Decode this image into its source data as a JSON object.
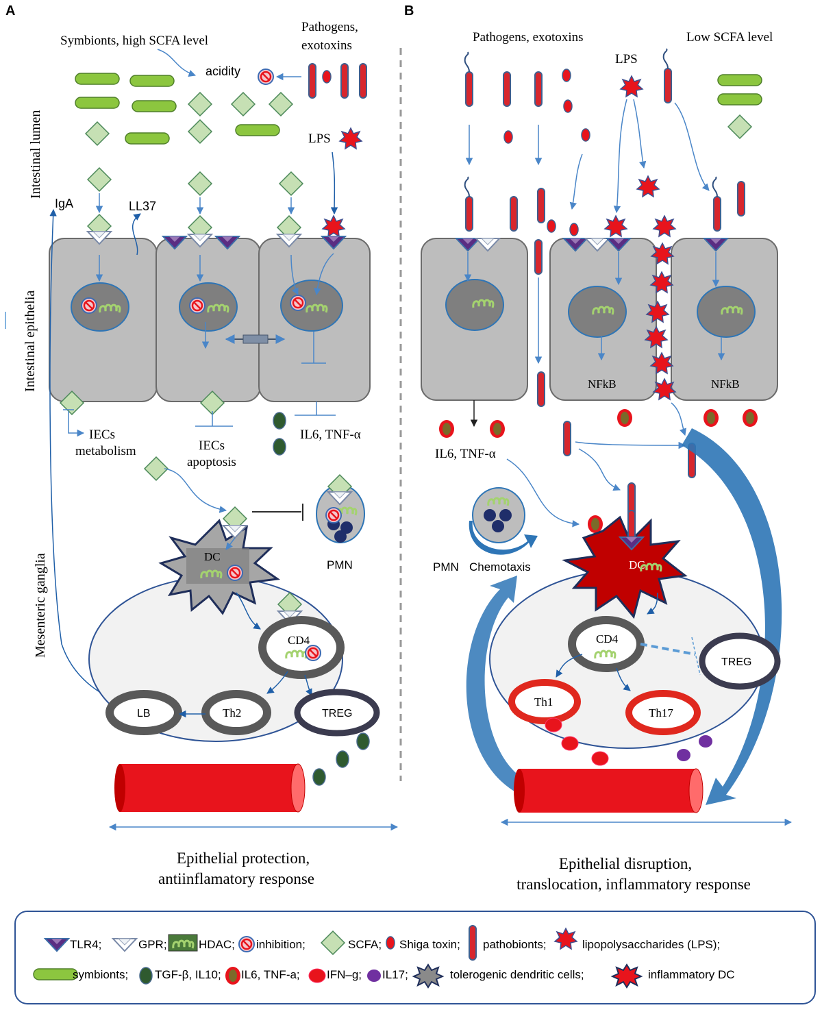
{
  "panels": {
    "a": {
      "letter": "A",
      "symbionts_label": "Symbionts, high SCFA level",
      "pathogens_label_1": "Pathogens,",
      "pathogens_label_2": "exotoxins",
      "acidity": "acidity",
      "lps": "LPS",
      "iga": "IgA",
      "ll37": "LL37",
      "iecs_metabolism_1": "IECs",
      "iecs_metabolism_2": "metabolism",
      "iecs_apoptosis_1": "IECs",
      "iecs_apoptosis_2": "apoptosis",
      "cytokines": "IL6, TNF-α",
      "dc": "DC",
      "pmn": "PMN",
      "cd4": "CD4",
      "lb": "LB",
      "th2": "Th2",
      "treg": "TREG",
      "caption_1": "Epithelial protection,",
      "caption_2": "antiinflamatory response"
    },
    "b": {
      "letter": "B",
      "pathogens_label": "Pathogens, exotoxins",
      "low_scfa": "Low SCFA level",
      "lps": "LPS",
      "nfkb_1": "NFkB",
      "nfkb_2": "NFkB",
      "cytokines": "IL6, TNF-α",
      "pmn": "PMN",
      "chemotaxis": "Chemotaxis",
      "dc": "DC",
      "cd4": "CD4",
      "treg": "TREG",
      "th1": "Th1",
      "th17": "Th17",
      "caption_1": "Epithelial disruption,",
      "caption_2": "translocation, inflammatory response"
    }
  },
  "side_labels": {
    "lumen": "Intestinal lumen",
    "epithelia": "Intestinal epithelia",
    "ganglia": "Mesenteric ganglia"
  },
  "legend": {
    "row1": [
      "TLR4;",
      "GPR;",
      "HDAC;",
      "inhibition;",
      "SCFA;",
      "Shiga toxin;",
      "pathobionts;",
      "lipopolysaccharides (LPS);"
    ],
    "row2": [
      "symbionts;",
      "TGF-β, IL10;",
      "IL6, TNF-a;",
      "IFN–g;",
      "IL17;",
      "tolerogenic dendritic cells;",
      "inflammatory DC"
    ]
  },
  "colors": {
    "symbiont": "#8cc63f",
    "scfa": "#c6e0b4",
    "pathobiont": "#d7262d",
    "lps": "#e8141c",
    "cell": "#bdbdbd",
    "arrow": "#5b9bd5",
    "tlr4": "#5a2d82",
    "vessel": "#e8141c",
    "treg_ring": "#3b3b4f",
    "inflammatory_ring": "#e0281e"
  }
}
